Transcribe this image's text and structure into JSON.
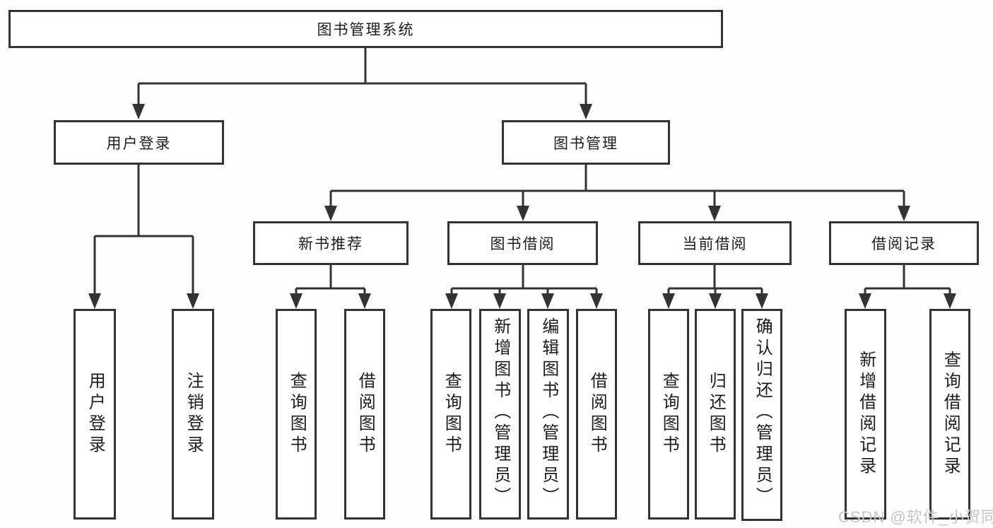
{
  "watermark": "CSDN @软件_小贺同学",
  "colors": {
    "line": "#333333",
    "box_border": "#333333",
    "box_fill": "#ffffff",
    "text": "#1c1c1c",
    "watermark": "#c5c5c5",
    "background": "#fdfdfd"
  },
  "tree": {
    "label": "图书管理系统",
    "children": [
      {
        "label": "用户登录",
        "children": [
          {
            "label": "用户登录"
          },
          {
            "label": "注销登录"
          }
        ]
      },
      {
        "label": "图书管理",
        "children": [
          {
            "label": "新书推荐",
            "children": [
              {
                "label": "查询图书"
              },
              {
                "label": "借阅图书"
              }
            ]
          },
          {
            "label": "图书借阅",
            "children": [
              {
                "label": "查询图书"
              },
              {
                "label": "新增图书（管理员）"
              },
              {
                "label": "编辑图书（管理员）"
              },
              {
                "label": "借阅图书"
              }
            ]
          },
          {
            "label": "当前借阅",
            "children": [
              {
                "label": "查询图书"
              },
              {
                "label": "归还图书"
              },
              {
                "label": "确认归还（管理员）"
              }
            ]
          },
          {
            "label": "借阅记录",
            "children": [
              {
                "label": "新增借阅记录"
              },
              {
                "label": "查询借阅记录"
              }
            ]
          }
        ]
      }
    ]
  }
}
